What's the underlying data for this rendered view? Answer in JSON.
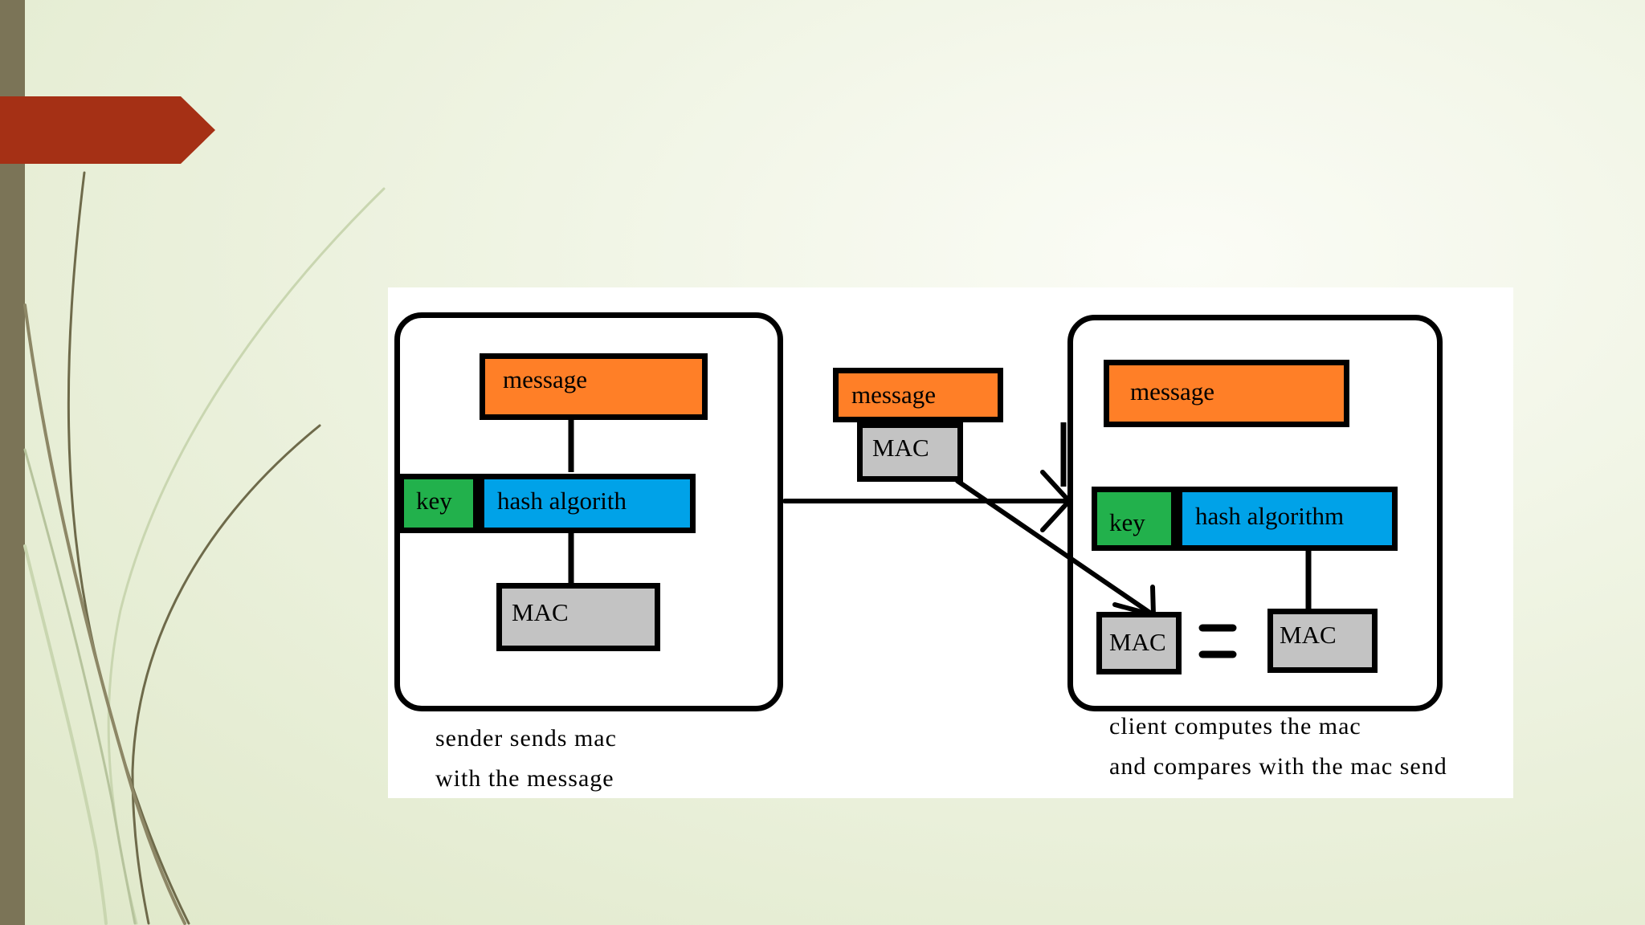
{
  "slide": {
    "colors": {
      "left_bar": "#7b7457",
      "title_tag": "#a53015",
      "background": "#e9f0d8"
    },
    "diagram": {
      "sender": {
        "message_label": "message",
        "key_label": "key",
        "hash_label": "hash algorith",
        "mac_label": "MAC",
        "caption_line1": "sender sends mac",
        "caption_line2": "with the message"
      },
      "transit": {
        "message_label": "message",
        "mac_label": "MAC"
      },
      "client": {
        "message_label": "message",
        "key_label": "key",
        "hash_label": "hash algorithm",
        "received_mac_label": "MAC",
        "equals_symbol": "=",
        "computed_mac_label": "MAC",
        "caption_line1": "client computes the mac",
        "caption_line2": "and compares with the mac send"
      },
      "colors": {
        "message": "#ff7f27",
        "hash": "#00a2e8",
        "key": "#22b14c",
        "mac": "#c3c3c3"
      }
    }
  }
}
